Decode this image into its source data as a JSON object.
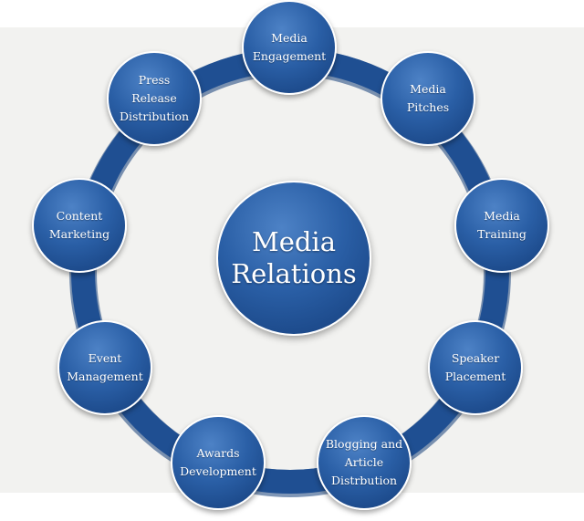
{
  "colors": {
    "ring": "#1f4f92",
    "node": "#2a5fa6",
    "background_band": "#f2f2f0"
  },
  "center": {
    "label": "Media\nRelations"
  },
  "nodes": [
    {
      "id": "media-engagement",
      "label": "Media\nEngagement"
    },
    {
      "id": "media-pitches",
      "label": "Media\nPitches"
    },
    {
      "id": "media-training",
      "label": "Media\nTraining"
    },
    {
      "id": "speaker-placement",
      "label": "Speaker\nPlacement"
    },
    {
      "id": "blogging-article",
      "label": "Blogging and\nArticle\nDistrbution"
    },
    {
      "id": "awards-development",
      "label": "Awards\nDevelopment"
    },
    {
      "id": "event-management",
      "label": "Event\nManagement"
    },
    {
      "id": "content-marketing",
      "label": "Content\nMarketing"
    },
    {
      "id": "press-release",
      "label": "Press\nRelease\nDistribution"
    }
  ]
}
